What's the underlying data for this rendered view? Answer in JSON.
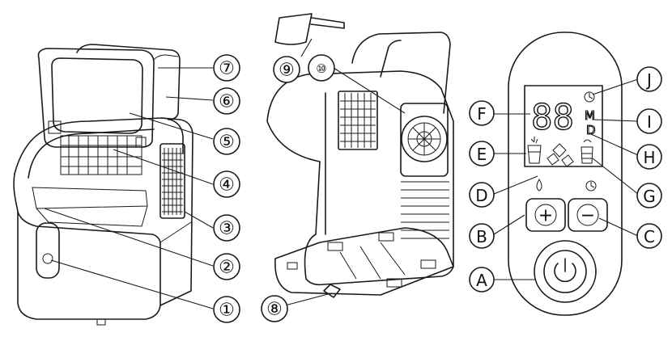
{
  "callouts": {
    "c1": "①",
    "c2": "②",
    "c3": "③",
    "c4": "④",
    "c5": "⑤",
    "c6": "⑥",
    "c7": "⑦",
    "c8": "⑧",
    "c9": "⑨",
    "c10": "⑩"
  },
  "letters": {
    "A": "A",
    "B": "B",
    "C": "C",
    "D": "D",
    "E": "E",
    "F": "F",
    "G": "G",
    "H": "H",
    "I": "I",
    "J": "J"
  },
  "display": {
    "digits": "88",
    "mode_m": "M",
    "mode_d": "D"
  },
  "buttons": {
    "plus": "+",
    "minus": "−"
  }
}
